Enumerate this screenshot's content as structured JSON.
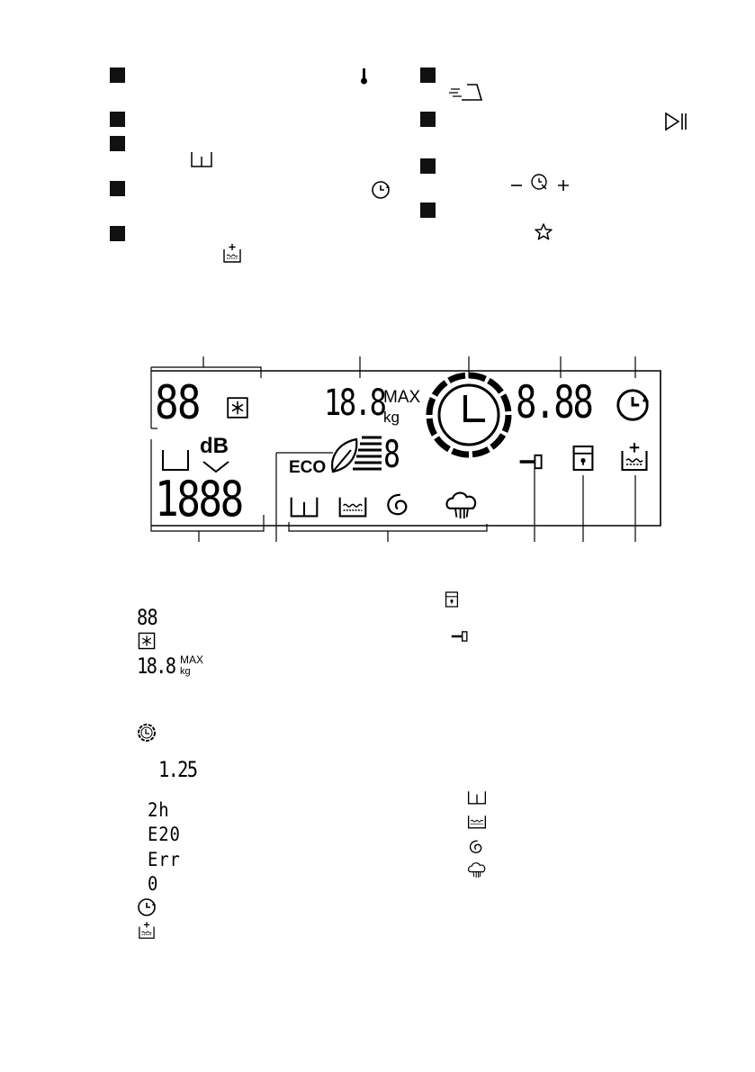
{
  "top_markers": {
    "left_count": 5,
    "right_count": 4
  },
  "display": {
    "temp_digits": "88",
    "load_value": "18.8",
    "load_max": "MAX",
    "load_unit": "kg",
    "time_digits": "8.88",
    "spin_digits": "1888",
    "db_label": "dB",
    "eco_label": "ECO",
    "eco_level_digit": "8"
  },
  "legend": {
    "temp_digits": "88",
    "load_value": "18.8",
    "load_max": "MAX",
    "load_unit": "kg",
    "time_value": "1.25",
    "codes": [
      "2h",
      "E20",
      "Err",
      "0"
    ]
  },
  "icons": {
    "top": [
      "thermometer-icon",
      "iron-icon",
      "play-pause-icon",
      "delay-timer-icon",
      "minus-icon",
      "delay-icon",
      "plus-icon",
      "prewash-icon",
      "tub-icon",
      "star-icon"
    ],
    "display": [
      "cold-wash-icon",
      "tub-icon",
      "db-icon",
      "eco-leaf-icon",
      "load-bars-icon",
      "clock-ring-icon",
      "delay-timer-icon",
      "key-lock-icon",
      "door-lock-icon",
      "extra-rinse-icon",
      "prewash-icon",
      "rinse-icon",
      "spin-icon",
      "steam-icon"
    ]
  }
}
